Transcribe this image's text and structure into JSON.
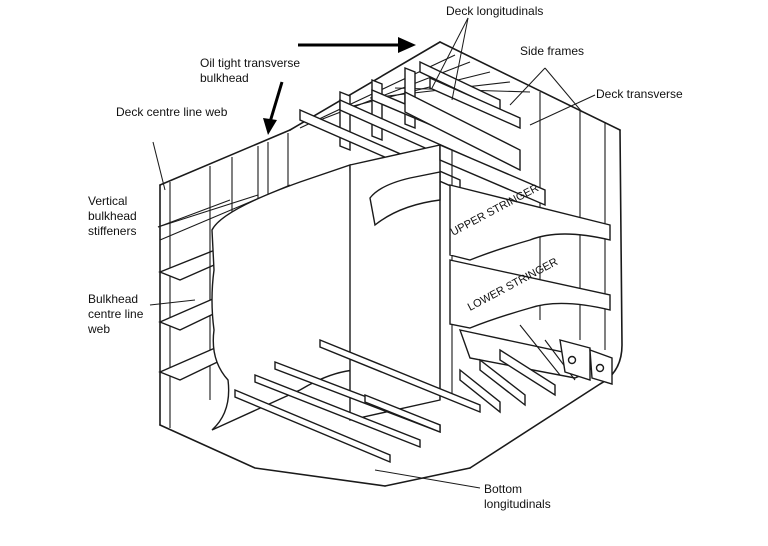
{
  "labels": {
    "deck_longitudinals": "Deck longitudinals",
    "oil_tight_transverse_bulkhead": "Oil tight transverse\nbulkhead",
    "side_frames": "Side frames",
    "deck_transverse": "Deck transverse",
    "deck_centre_line_web": "Deck centre line web",
    "vertical_bulkhead_stiffeners": "Vertical\nbulkhead\nstiffeners",
    "bulkhead_centre_line_web": "Bulkhead\ncentre line\nweb",
    "bottom_longitudinals": "Bottom\nlongitudinals",
    "upper_stringer": "UPPER STRINGER",
    "lower_stringer": "LOWER STRINGER"
  }
}
